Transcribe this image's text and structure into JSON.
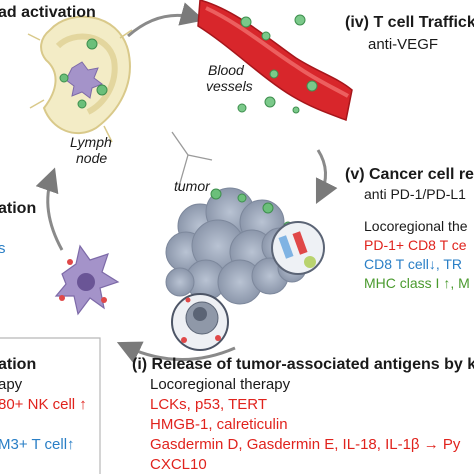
{
  "steps": {
    "lymph_title": "ad activation",
    "trafficking_title": "(iv) T cell Traffickin",
    "trafficking_sub": "anti-VEGF",
    "recognition_title": "(v) Cancer cell rec",
    "recognition_sub": "anti PD-1/PD-L1",
    "recognition_locoregional": "Locoregional the",
    "recognition_red": "PD-1+ CD8 T ce",
    "recognition_blue": "CD8 T cell↓, TR",
    "recognition_green": "MHC class I ↑, M",
    "presentation_title": "ation",
    "presentation_blue": "s",
    "priming_title": "ation",
    "priming_sub": "apy",
    "priming_red": "80+ NK cell ↑",
    "priming_blue": "M3+ T cell↑",
    "release_title": "(i) Release of tumor-associated antigens by kil",
    "release_sub": "Locoregional therapy",
    "release_red_1": "LCKs, p53, TERT",
    "release_red_2": "HMGB-1, calreticulin",
    "release_red_3": "Gasdermin D, Gasdermin E, IL-18, IL-1β → Py",
    "release_red_4": "CXCL10"
  },
  "labels": {
    "blood": "Blood",
    "vessels": "vessels",
    "lymph": "Lymph",
    "node": "node",
    "tumor": "tumor"
  },
  "icons": [
    "lymph-node-icon",
    "blood-vessel-icon",
    "tumor-icon",
    "dendritic-cell-icon",
    "t-cell-icon",
    "cycle-arrow-icon"
  ],
  "colors": {
    "red": "#e0231d",
    "blue": "#2a7fc6",
    "green": "#4a9a2e",
    "arrow": "#808080"
  }
}
